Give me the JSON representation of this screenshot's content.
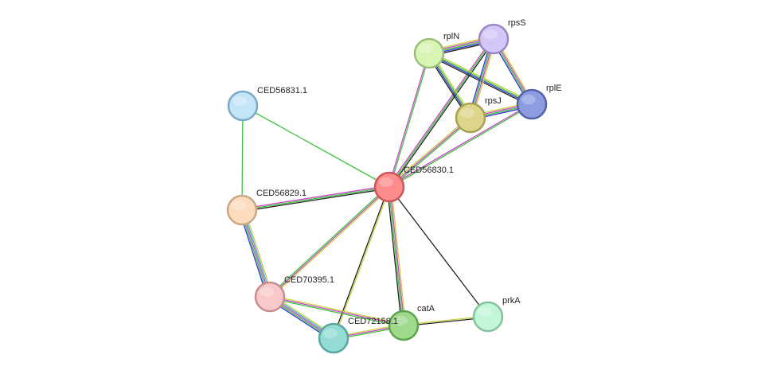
{
  "nodes": [
    {
      "id": "CED56831.1",
      "label": "CED56831.1",
      "color": "#c4e5f8",
      "stroke": "#7aa9c4"
    },
    {
      "id": "CED56829.1",
      "label": "CED56829.1",
      "color": "#fddcbd",
      "stroke": "#c9a784"
    },
    {
      "id": "CED56830.1",
      "label": "CED56830.1",
      "color": "#fd8d8d",
      "stroke": "#c9575a"
    },
    {
      "id": "CED70395.1",
      "label": "CED70395.1",
      "color": "#f9c9c9",
      "stroke": "#c38e8e"
    },
    {
      "id": "CED72158.1",
      "label": "CED72158.1",
      "color": "#94dcd4",
      "stroke": "#5aa59e"
    },
    {
      "id": "catA",
      "label": "catA",
      "color": "#9ed98c",
      "stroke": "#5ea34b"
    },
    {
      "id": "prkA",
      "label": "prkA",
      "color": "#c2f6d6",
      "stroke": "#85c39d"
    },
    {
      "id": "rplN",
      "label": "rplN",
      "color": "#d9f5b6",
      "stroke": "#9cbd78"
    },
    {
      "id": "rpsS",
      "label": "rpsS",
      "color": "#d5c6f8",
      "stroke": "#9986c6"
    },
    {
      "id": "rpsJ",
      "label": "rpsJ",
      "color": "#ddd68a",
      "stroke": "#a7a052"
    },
    {
      "id": "rplE",
      "label": "rplE",
      "color": "#8d9be0",
      "stroke": "#5463a8"
    }
  ],
  "edges": [
    {
      "from": "CED56831.1",
      "to": "CED56829.1",
      "colors": [
        "#3cc43c"
      ]
    },
    {
      "from": "CED56831.1",
      "to": "CED56830.1",
      "colors": [
        "#3cc43c"
      ]
    },
    {
      "from": "CED56829.1",
      "to": "CED56830.1",
      "colors": [
        "#c846c8",
        "#3cc43c",
        "#222222"
      ]
    },
    {
      "from": "CED56829.1",
      "to": "CED70395.1",
      "colors": [
        "#c8d040",
        "#46b4c8",
        "#c846c8",
        "#3cc43c",
        "#3232d2"
      ]
    },
    {
      "from": "CED56830.1",
      "to": "CED70395.1",
      "colors": [
        "#c8d040",
        "#c846c8",
        "#3cc43c"
      ]
    },
    {
      "from": "CED56830.1",
      "to": "CED72158.1",
      "colors": [
        "#c8d040",
        "#222222"
      ]
    },
    {
      "from": "CED56830.1",
      "to": "catA",
      "colors": [
        "#c8d040",
        "#c846c8",
        "#3cc43c",
        "#222222"
      ]
    },
    {
      "from": "CED56830.1",
      "to": "prkA",
      "colors": [
        "#222222"
      ]
    },
    {
      "from": "CED56830.1",
      "to": "rplN",
      "colors": [
        "#c846c8",
        "#3cc43c"
      ]
    },
    {
      "from": "CED56830.1",
      "to": "rpsS",
      "colors": [
        "#c846c8",
        "#3cc43c",
        "#222222"
      ]
    },
    {
      "from": "CED56830.1",
      "to": "rpsJ",
      "colors": [
        "#c8d040",
        "#c846c8",
        "#3cc43c"
      ]
    },
    {
      "from": "CED56830.1",
      "to": "rplE",
      "colors": [
        "#c846c8",
        "#3cc43c"
      ]
    },
    {
      "from": "CED70395.1",
      "to": "CED72158.1",
      "colors": [
        "#c8d040",
        "#46b4c8",
        "#c846c8",
        "#3cc43c",
        "#3232d2"
      ]
    },
    {
      "from": "CED70395.1",
      "to": "catA",
      "colors": [
        "#c8d040",
        "#c846c8",
        "#3cc43c"
      ]
    },
    {
      "from": "CED72158.1",
      "to": "catA",
      "colors": [
        "#c8d040",
        "#c846c8",
        "#3cc43c"
      ]
    },
    {
      "from": "catA",
      "to": "prkA",
      "colors": [
        "#c8d040",
        "#222222"
      ]
    },
    {
      "from": "rplN",
      "to": "rpsS",
      "colors": [
        "#c8d040",
        "#c846c8",
        "#3cc43c",
        "#3232d2",
        "#222222"
      ]
    },
    {
      "from": "rplN",
      "to": "rpsJ",
      "colors": [
        "#c8d040",
        "#3cc43c",
        "#3232d2",
        "#222222"
      ]
    },
    {
      "from": "rplN",
      "to": "rplE",
      "colors": [
        "#c8d040",
        "#3cc43c",
        "#3232d2",
        "#222222"
      ]
    },
    {
      "from": "rpsS",
      "to": "rpsJ",
      "colors": [
        "#c8d040",
        "#c846c8",
        "#3cc43c",
        "#3232d2"
      ]
    },
    {
      "from": "rpsS",
      "to": "rplE",
      "colors": [
        "#c8d040",
        "#c846c8",
        "#3cc43c",
        "#3232d2"
      ]
    },
    {
      "from": "rpsJ",
      "to": "rplE",
      "colors": [
        "#c8d040",
        "#c846c8",
        "#3cc43c",
        "#3232d2"
      ]
    }
  ]
}
